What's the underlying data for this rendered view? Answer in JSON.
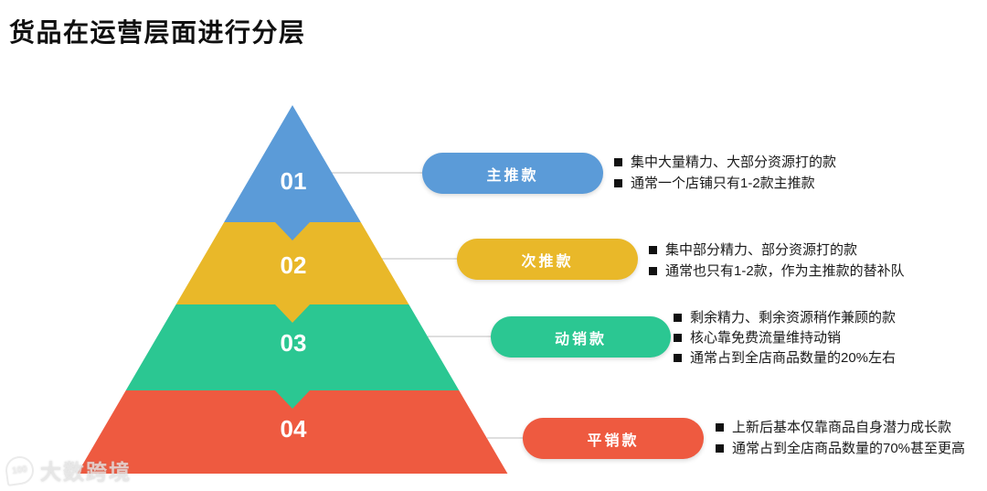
{
  "title": "货品在运营层面进行分层",
  "colors": {
    "tier1_blue": "#5B9BD8",
    "tier2_yellow": "#E9B829",
    "tier3_green": "#2BC792",
    "tier4_red": "#EE5A40",
    "connector_gray": "#C9C9C9",
    "text_dark": "#1A1A1A"
  },
  "pyramid": {
    "layers": [
      {
        "number": "01",
        "label": "主推款",
        "color": "#5B9BD8",
        "bullets": [
          "集中大量精力、大部分资源打的款",
          "通常一个店铺只有1-2款主推款"
        ]
      },
      {
        "number": "02",
        "label": "次推款",
        "color": "#E9B829",
        "bullets": [
          "集中部分精力、部分资源打的款",
          "通常也只有1-2款，作为主推款的替补队"
        ]
      },
      {
        "number": "03",
        "label": "动销款",
        "color": "#2BC792",
        "bullets": [
          "剩余精力、剩余资源稍作兼顾的款",
          "核心靠免费流量维持动销",
          "通常占到全店商品数量的20%左右"
        ]
      },
      {
        "number": "04",
        "label": "平销款",
        "color": "#EE5A40",
        "bullets": [
          "上新后基本仅靠商品自身潜力成长款",
          "通常占到全店商品数量的70%甚至更高"
        ]
      }
    ]
  },
  "watermark": {
    "icon_text": "100",
    "text": "大数跨境"
  }
}
